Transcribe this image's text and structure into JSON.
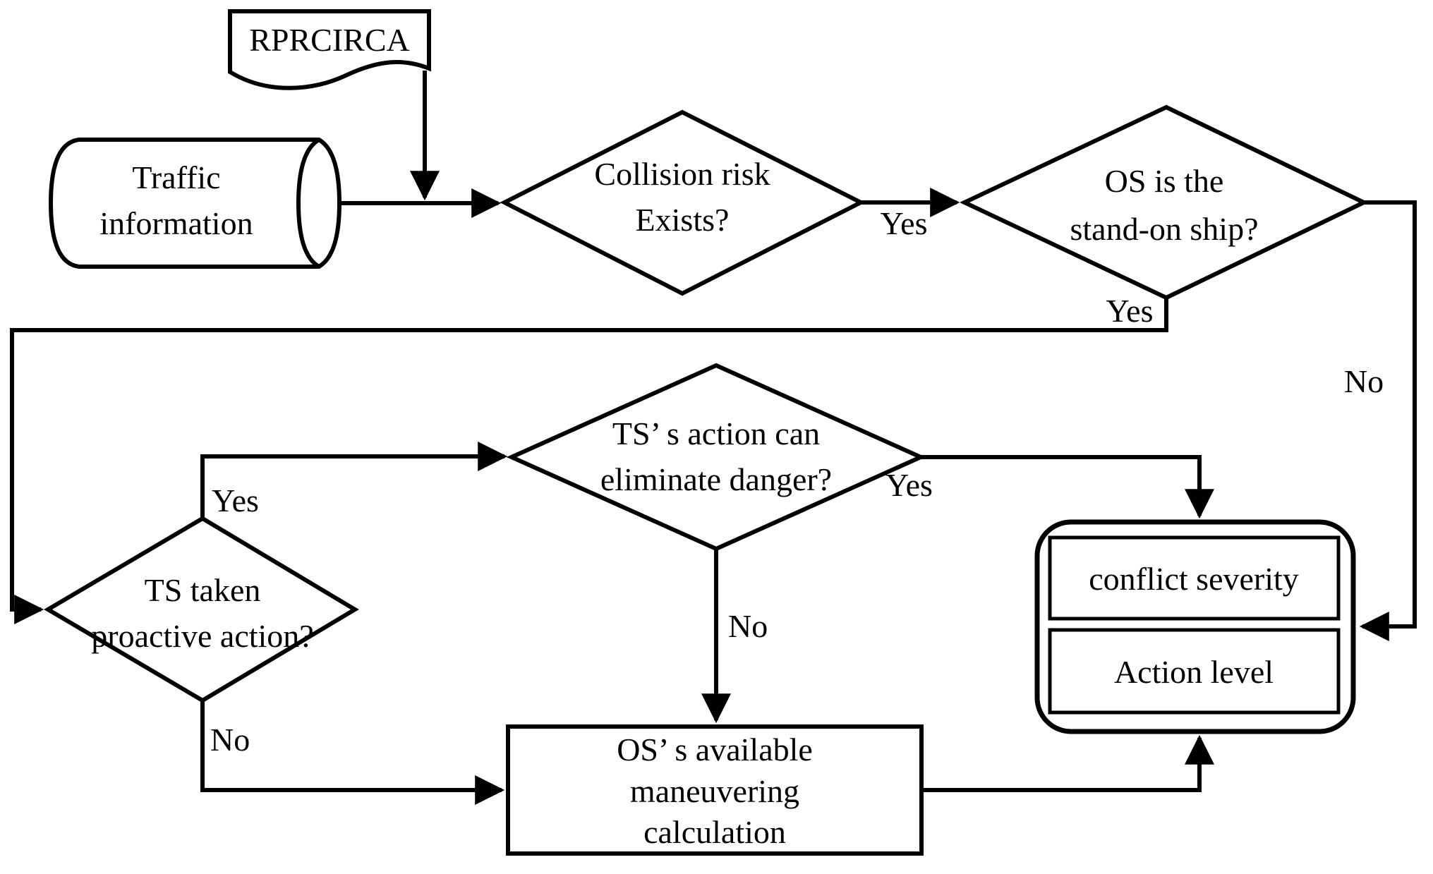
{
  "diagram": {
    "background_color": "#ffffff",
    "line_color": "#000000",
    "nodes": {
      "rprcirca": {
        "type": "document",
        "label": "RPRCIRCA"
      },
      "traffic": {
        "type": "stored-data-cylinder",
        "line1": "Traffic",
        "line2": "information"
      },
      "collision": {
        "type": "decision",
        "line1": "Collision risk",
        "line2": "Exists?"
      },
      "standon": {
        "type": "decision",
        "line1": "OS is the",
        "line2": "stand-on ship?"
      },
      "eliminate": {
        "type": "decision",
        "line1": "TS’ s action can",
        "line2": "eliminate danger?"
      },
      "proactive": {
        "type": "decision",
        "line1": "TS taken",
        "line2": "proactive action?"
      },
      "maneuver": {
        "type": "process",
        "line1": "OS’ s available",
        "line2": "maneuvering",
        "line3": "calculation"
      },
      "conflict_severity": {
        "type": "sub-box",
        "label": "conflict severity"
      },
      "action_level": {
        "type": "sub-box",
        "label": "Action level"
      }
    },
    "edge_labels": {
      "collision_yes": "Yes",
      "standon_yes": "Yes",
      "standon_no": "No",
      "proactive_yes": "Yes",
      "proactive_no": "No",
      "eliminate_yes": "Yes",
      "eliminate_no": "No"
    }
  }
}
